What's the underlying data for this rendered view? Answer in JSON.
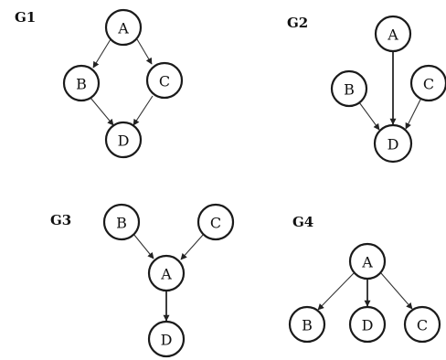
{
  "graphs": [
    {
      "id": "G1",
      "title": "G1",
      "nodes": [
        {
          "id": "A",
          "label": "A"
        },
        {
          "id": "B",
          "label": "B"
        },
        {
          "id": "C",
          "label": "C"
        },
        {
          "id": "D",
          "label": "D"
        }
      ],
      "edges": [
        {
          "from": "A",
          "to": "B"
        },
        {
          "from": "A",
          "to": "C"
        },
        {
          "from": "B",
          "to": "D"
        },
        {
          "from": "C",
          "to": "D"
        }
      ]
    },
    {
      "id": "G2",
      "title": "G2",
      "nodes": [
        {
          "id": "A",
          "label": "A"
        },
        {
          "id": "B",
          "label": "B"
        },
        {
          "id": "C",
          "label": "C"
        },
        {
          "id": "D",
          "label": "D"
        }
      ],
      "edges": [
        {
          "from": "A",
          "to": "D"
        },
        {
          "from": "B",
          "to": "D"
        },
        {
          "from": "C",
          "to": "D"
        }
      ]
    },
    {
      "id": "G3",
      "title": "G3",
      "nodes": [
        {
          "id": "B",
          "label": "B"
        },
        {
          "id": "C",
          "label": "C"
        },
        {
          "id": "A",
          "label": "A"
        },
        {
          "id": "D",
          "label": "D"
        }
      ],
      "edges": [
        {
          "from": "B",
          "to": "A"
        },
        {
          "from": "C",
          "to": "A"
        },
        {
          "from": "A",
          "to": "D"
        }
      ]
    },
    {
      "id": "G4",
      "title": "G4",
      "nodes": [
        {
          "id": "A",
          "label": "A"
        },
        {
          "id": "B",
          "label": "B"
        },
        {
          "id": "D",
          "label": "D"
        },
        {
          "id": "C",
          "label": "C"
        }
      ],
      "edges": [
        {
          "from": "A",
          "to": "B"
        },
        {
          "from": "A",
          "to": "D"
        },
        {
          "from": "A",
          "to": "C"
        }
      ]
    }
  ]
}
